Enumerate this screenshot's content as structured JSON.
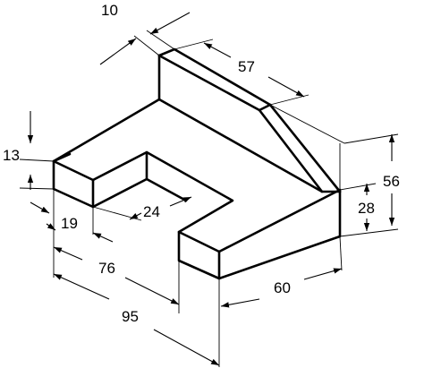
{
  "dimensions": {
    "d10": "10",
    "d57": "57",
    "d13": "13",
    "d56": "56",
    "d28": "28",
    "d19": "19",
    "d24": "24",
    "d76": "76",
    "d60": "60",
    "d95": "95"
  }
}
